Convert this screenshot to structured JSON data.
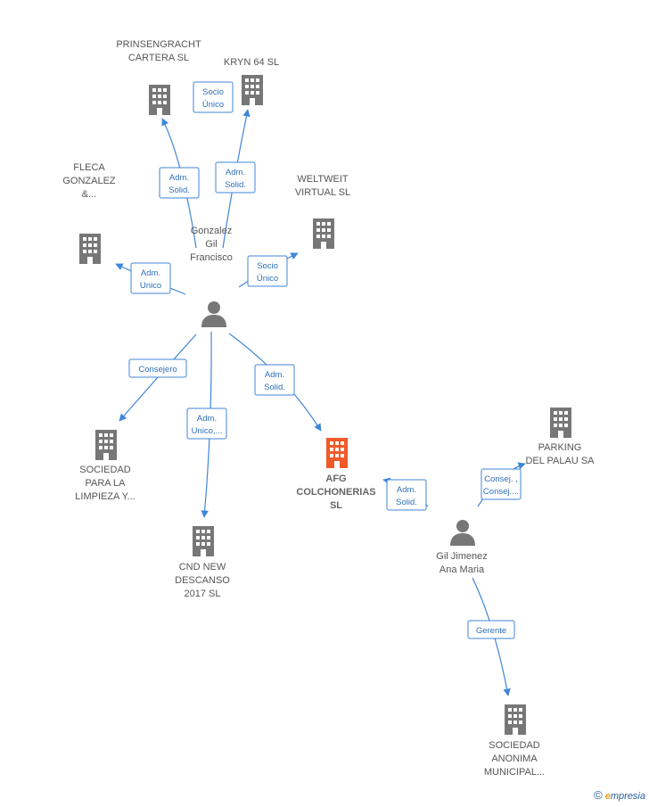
{
  "colors": {
    "edge": "#3f86d9",
    "node_gray": "#777777",
    "node_focus": "#f05a28",
    "label_text": "#555555"
  },
  "nodes": [
    {
      "id": "gonzalez",
      "type": "person",
      "lines": [
        "Gonzalez",
        "Gil",
        "Francisco"
      ],
      "focus": false
    },
    {
      "id": "prinsengracht",
      "type": "company",
      "lines": [
        "PRINSENGRACHT",
        "CARTERA SL"
      ],
      "focus": false
    },
    {
      "id": "kryn",
      "type": "company",
      "lines": [
        "KRYN 64 SL"
      ],
      "focus": false
    },
    {
      "id": "fleca",
      "type": "company",
      "lines": [
        "FLECA",
        "GONZALEZ",
        "&..."
      ],
      "focus": false
    },
    {
      "id": "weltweit",
      "type": "company",
      "lines": [
        "WELTWEIT",
        "VIRTUAL  SL"
      ],
      "focus": false
    },
    {
      "id": "sociedad_limpieza",
      "type": "company",
      "lines": [
        "SOCIEDAD",
        "PARA LA",
        "LIMPIEZA Y..."
      ],
      "focus": false
    },
    {
      "id": "cnd",
      "type": "company",
      "lines": [
        "CND NEW",
        "DESCANSO",
        "2017  SL"
      ],
      "focus": false
    },
    {
      "id": "afg",
      "type": "company",
      "lines": [
        "AFG",
        "COLCHONERIAS",
        "SL"
      ],
      "focus": true
    },
    {
      "id": "parking",
      "type": "company",
      "lines": [
        "PARKING",
        "DEL PALAU SA"
      ],
      "focus": false
    },
    {
      "id": "gil_ana",
      "type": "person",
      "lines": [
        "Gil Jimenez",
        "Ana Maria"
      ],
      "focus": false
    },
    {
      "id": "sociedad_municipal",
      "type": "company",
      "lines": [
        "SOCIEDAD",
        "ANONIMA",
        "MUNICIPAL..."
      ],
      "focus": false
    }
  ],
  "edges": [
    {
      "from": "gonzalez",
      "to": "prinsengracht",
      "lines": [
        "Adm.",
        "Solid."
      ]
    },
    {
      "from": "gonzalez",
      "to": "kryn",
      "lines": [
        "Adm.",
        "Solid."
      ]
    },
    {
      "from": "gonzalez",
      "to": "kryn",
      "lines": [
        "Socio",
        "Único"
      ]
    },
    {
      "from": "gonzalez",
      "to": "fleca",
      "lines": [
        "Adm.",
        "Unico"
      ]
    },
    {
      "from": "gonzalez",
      "to": "weltweit",
      "lines": [
        "Socio",
        "Único"
      ]
    },
    {
      "from": "gonzalez",
      "to": "sociedad_limpieza",
      "lines": [
        "Consejero"
      ]
    },
    {
      "from": "gonzalez",
      "to": "cnd",
      "lines": [
        "Adm.",
        "Unico,..."
      ]
    },
    {
      "from": "gonzalez",
      "to": "afg",
      "lines": [
        "Adm.",
        "Solid."
      ]
    },
    {
      "from": "gil_ana",
      "to": "afg",
      "lines": [
        "Adm.",
        "Solid."
      ]
    },
    {
      "from": "gil_ana",
      "to": "parking",
      "lines": [
        "Consej. ,",
        "Consej...."
      ]
    },
    {
      "from": "gil_ana",
      "to": "sociedad_municipal",
      "lines": [
        "Gerente"
      ]
    }
  ],
  "footer": {
    "copyright_icon": "copyright-icon",
    "brand_initial": "e",
    "brand_rest": "mpresia"
  }
}
